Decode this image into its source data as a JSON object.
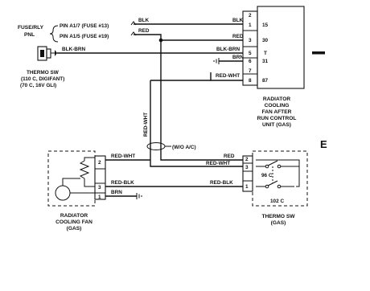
{
  "fuse_rly_pnl": {
    "line1": "FUSE/RLY",
    "line2": "PNL"
  },
  "pins": {
    "a17": "PIN A1/7 (FUSE #13)",
    "a15": "PIN A1/5 (FUSE #19)"
  },
  "wires": {
    "blk": "BLK",
    "red": "RED",
    "blk_brn": "BLK-BRN",
    "brn": "BRN",
    "red_wht": "RED-WHT",
    "red_blk": "RED-BLK"
  },
  "thermo_sw_top": {
    "line1": "THERMO SW",
    "line2": "(110 C, DIGIFANT)",
    "line3": "(70 C, 16V GLI)"
  },
  "run_unit": {
    "pins_left": [
      "2",
      "1",
      "3",
      "5",
      "6",
      "7",
      "8"
    ],
    "pins_right": [
      "15",
      "30",
      "T",
      "31",
      "87"
    ],
    "line1": "RADIATOR",
    "line2": "COOLING",
    "line3": "FAN AFTER",
    "line4": "RUN CONTROL",
    "line5": "UNIT (GAS)"
  },
  "wo_ac": "(W/O A/C)",
  "fan": {
    "pins": [
      "2",
      "3",
      "1"
    ],
    "line1": "RADIATOR",
    "line2": "COOLING FAN",
    "line3": "(GAS)"
  },
  "thermo_sw_gas": {
    "pins": [
      "2",
      "3",
      "1"
    ],
    "temp_96": "96 C",
    "temp_102": "102 C",
    "line1": "THERMO SW",
    "line2": "(GAS)"
  },
  "margin_letter": "E"
}
